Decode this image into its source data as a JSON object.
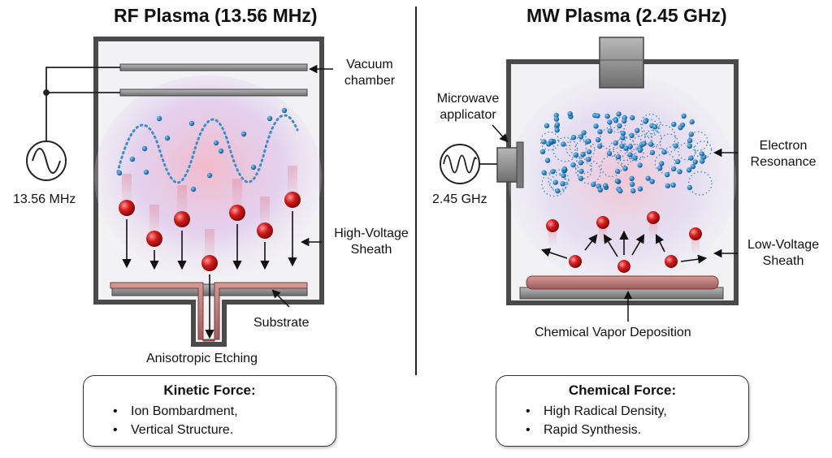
{
  "left_panel": {
    "title": "RF Plasma (13.56 MHz)",
    "source_frequency": "13.56 MHz",
    "label_chamber": "Vacuum chamber",
    "label_sheath": "High-Voltage Sheath",
    "label_substrate": "Substrate",
    "label_process": "Anisotropic Etching",
    "summary_title": "Kinetic Force:",
    "summary_items": [
      "Ion Bombardment,",
      "Vertical Structure."
    ]
  },
  "right_panel": {
    "title": "MW Plasma (2.45 GHz)",
    "source_frequency": "2.45 GHz",
    "label_applicator": "Microwave applicator",
    "label_resonance": "Electron Resonance",
    "label_sheath": "Low-Voltage Sheath",
    "label_process": "Chemical Vapor Deposition",
    "summary_title": "Chemical Force:",
    "summary_items": [
      "High Radical Density,",
      "Rapid Synthesis."
    ]
  },
  "colors": {
    "chamber_wall": "#4a4a4a",
    "chamber_fill": "#f2f2f4",
    "ion": "#cc1a1a",
    "electron": "#2a7fc0",
    "plasma_glow": "#e8b8d8",
    "substrate_film": "#c48080",
    "divider": "#222222"
  },
  "icons": [
    "ac-source-icon",
    "microwave-source-icon"
  ]
}
